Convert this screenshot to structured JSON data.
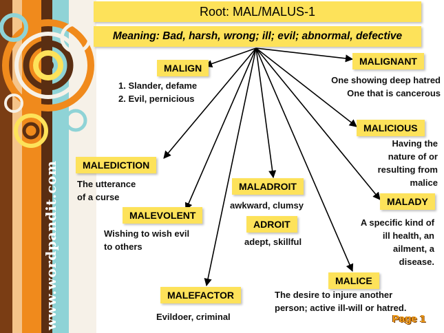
{
  "header": {
    "title": "Root: MAL/MALUS-1",
    "meaning": "Meaning: Bad, harsh, wrong; ill; evil; abnormal, defective"
  },
  "words": {
    "malign": {
      "label": "MALIGN",
      "def1": "1. Slander, defame",
      "def2": "2. Evil, pernicious"
    },
    "malignant": {
      "label": "MALIGNANT",
      "def1": "One showing deep hatred",
      "def2": "One that is cancerous"
    },
    "malicious": {
      "label": "MALICIOUS",
      "def1": "Having the",
      "def2": "nature of or",
      "def3": "resulting from",
      "def4": "malice"
    },
    "malediction": {
      "label": "MALEDICTION",
      "def1": "The utterance",
      "def2": "of a curse"
    },
    "maladroit": {
      "label": "MALADROIT",
      "def1": "awkward, clumsy"
    },
    "malady": {
      "label": "MALADY",
      "def1": "A specific kind of",
      "def2": "ill health, an",
      "def3": "ailment, a",
      "def4": "disease."
    },
    "malevolent": {
      "label": "MALEVOLENT",
      "def1": "Wishing to wish evil",
      "def2": "to others"
    },
    "adroit": {
      "label": "ADROIT",
      "def1": "adept, skillful"
    },
    "malice": {
      "label": "MALICE",
      "def1": "The desire to injure another",
      "def2": "person; active ill-will or hatred."
    },
    "malefactor": {
      "label": "MALEFACTOR",
      "def1": "Evildoer, criminal"
    }
  },
  "watermark": "www.wordpandit.com",
  "page_label": "Page 1",
  "colors": {
    "label_fill": "#fde25a",
    "arrow": "#000000",
    "stripe_brown": "#5a2e12",
    "stripe_orange": "#f08a1c",
    "stripe_cyan": "#8fd3d6",
    "page_label": "#f7a21b"
  }
}
